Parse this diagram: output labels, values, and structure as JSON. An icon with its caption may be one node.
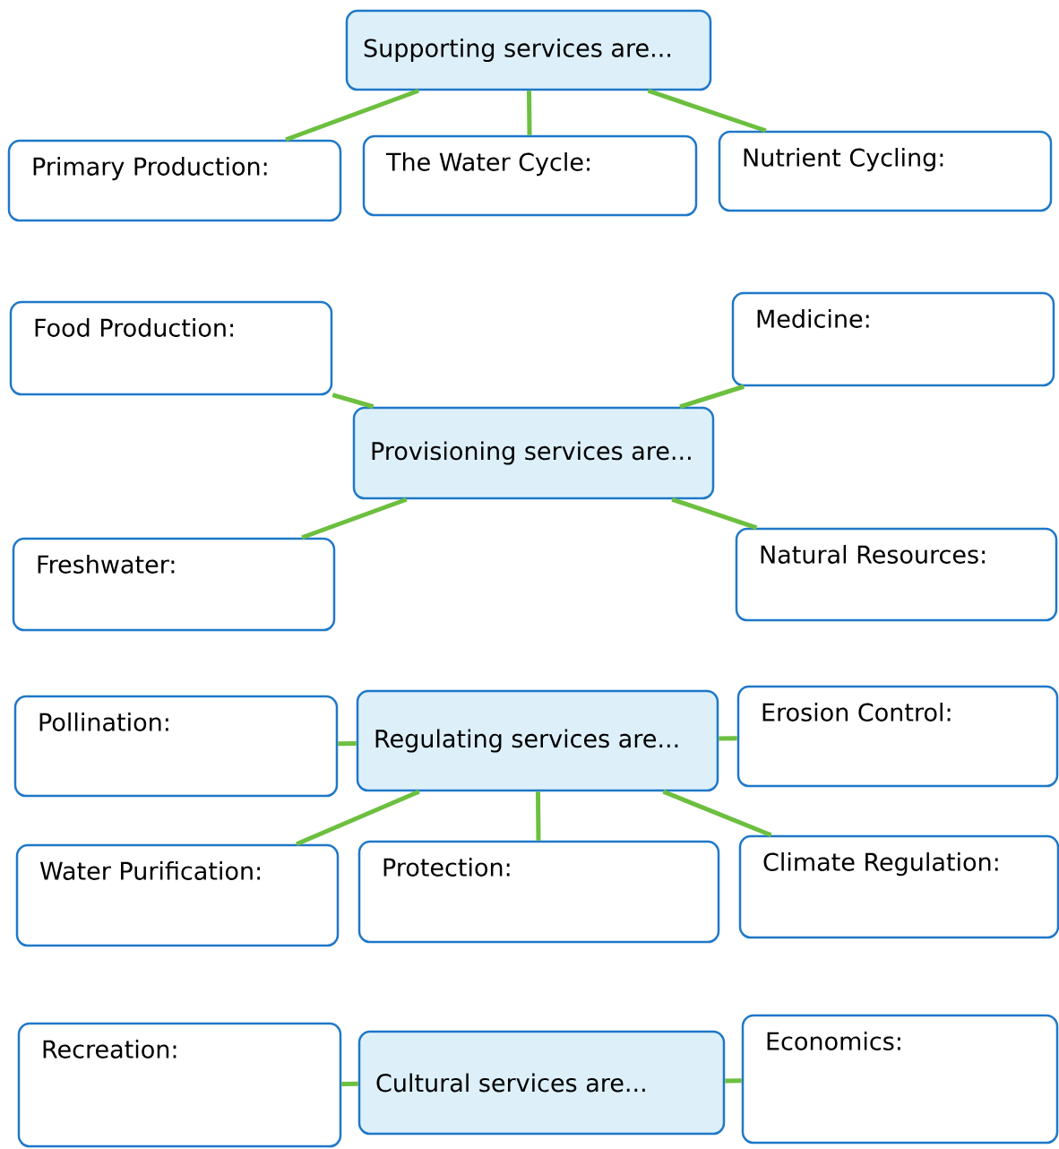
{
  "diagram": {
    "nodes": [
      {
        "text": [
          "Supporting services are..."
        ]
      },
      {
        "text": [
          "Primary Production:"
        ]
      },
      {
        "text": [
          "The Water Cycle:"
        ]
      },
      {
        "text": [
          "Nutrient Cycling:"
        ]
      },
      {
        "text": [
          "Food Production:"
        ]
      },
      {
        "text": [
          "Medicine:"
        ]
      },
      {
        "text": [
          "Provisioning services are..."
        ]
      },
      {
        "text": [
          "Freshwater:"
        ]
      },
      {
        "text": [
          "Natural Resources:"
        ]
      },
      {
        "text": [
          "Pollination:"
        ]
      },
      {
        "text": [
          "Regulating services are..."
        ]
      },
      {
        "text": [
          "Erosion Control:"
        ]
      },
      {
        "text": [
          "Water Purification:"
        ]
      },
      {
        "text": [
          "Protection:"
        ]
      },
      {
        "text": [
          "Climate Regulation:"
        ]
      },
      {
        "text": [
          "Recreation:"
        ]
      },
      {
        "text": [
          "Cultural services are..."
        ]
      },
      {
        "text": [
          "Economics:"
        ]
      }
    ],
    "edges": [
      {
        "from": 0,
        "to": 1,
        "arrow": "none"
      },
      {
        "from": 0,
        "to": 2,
        "arrow": "none"
      },
      {
        "from": 0,
        "to": 3,
        "arrow": "none"
      },
      {
        "from": 6,
        "to": 4,
        "arrow": "none"
      },
      {
        "from": 6,
        "to": 5,
        "arrow": "none"
      },
      {
        "from": 6,
        "to": 7,
        "arrow": "none"
      },
      {
        "from": 6,
        "to": 8,
        "arrow": "none"
      },
      {
        "from": 10,
        "to": 9,
        "arrow": "none"
      },
      {
        "from": 10,
        "to": 11,
        "arrow": "none"
      },
      {
        "from": 10,
        "to": 12,
        "arrow": "none"
      },
      {
        "from": 10,
        "to": 13,
        "arrow": "none"
      },
      {
        "from": 10,
        "to": 14,
        "arrow": "none"
      },
      {
        "from": 16,
        "to": 15,
        "arrow": "none"
      },
      {
        "from": 16,
        "to": 17,
        "arrow": "none"
      }
    ]
  }
}
